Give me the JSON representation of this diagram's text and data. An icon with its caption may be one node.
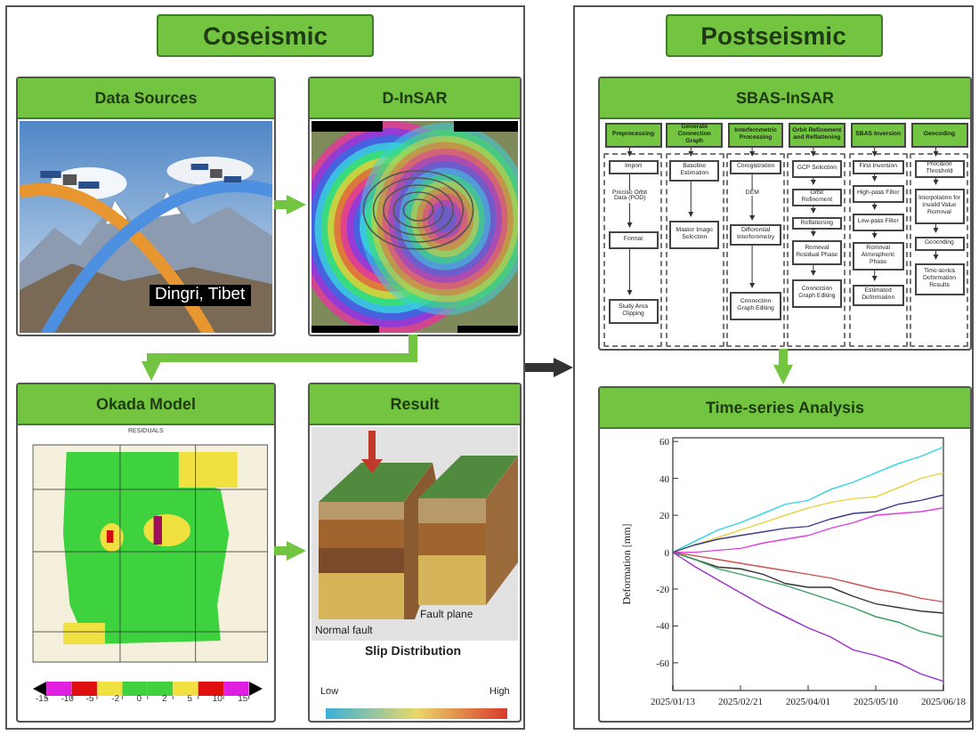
{
  "diagram": {
    "nodes": [
      {
        "text": [
          "Coseismic"
        ]
      },
      {
        "text": [
          "Data Sources"
        ],
        "in": 0
      },
      {
        "text": [
          "D-InSAR"
        ],
        "in": 0
      },
      {
        "text": [
          "Okada Model"
        ],
        "in": 0
      },
      {
        "text": [
          "Result"
        ],
        "in": 0
      },
      {
        "text": [
          "Postseismic"
        ]
      },
      {
        "text": [
          "SBAS-InSAR"
        ],
        "in": 5
      },
      {
        "text": [
          "Time-series Analysis"
        ],
        "in": 5
      },
      {
        "text": [
          "Preprocessing"
        ],
        "in": 6
      },
      {
        "text": [
          "Generate Connection Graph"
        ],
        "in": 6
      },
      {
        "text": [
          "Interferometric Processing"
        ],
        "in": 6
      },
      {
        "text": [
          "Orbit Refinement and Reflattening"
        ],
        "in": 6
      },
      {
        "text": [
          "SBAS Inversion"
        ],
        "in": 6
      },
      {
        "text": [
          "Geocoding"
        ],
        "in": 6
      },
      {
        "text": [
          "Import"
        ],
        "in": 6
      },
      {
        "text": [
          "Format"
        ],
        "in": 6
      },
      {
        "text": [
          "Study Area Clipping"
        ],
        "in": 6
      },
      {
        "text": [
          "Baseline Estimation"
        ],
        "in": 6
      },
      {
        "text": [
          "Master Image Selection"
        ],
        "in": 6
      },
      {
        "text": [
          "Coregistration"
        ],
        "in": 6
      },
      {
        "text": [
          "Differential Interferometry"
        ],
        "in": 6
      },
      {
        "text": [
          "Connection Graph Editing"
        ],
        "in": 6
      },
      {
        "text": [
          "GCP Selection"
        ],
        "in": 6
      },
      {
        "text": [
          "Orbit Refinement"
        ],
        "in": 6
      },
      {
        "text": [
          "Reflattening"
        ],
        "in": 6
      },
      {
        "text": [
          "Removal Residual Phase"
        ],
        "in": 6
      },
      {
        "text": [
          "Connection Graph Editing"
        ],
        "in": 6
      },
      {
        "text": [
          "First Inversion"
        ],
        "in": 6
      },
      {
        "text": [
          "High-pass Filter"
        ],
        "in": 6
      },
      {
        "text": [
          "Low-pass Filter"
        ],
        "in": 6
      },
      {
        "text": [
          "Removal Atmospheric Phase"
        ],
        "in": 6
      },
      {
        "text": [
          "Estimated Deformation"
        ],
        "in": 6
      },
      {
        "text": [
          "Precision Threshold"
        ],
        "in": 6
      },
      {
        "text": [
          "Interpolation for Invalid Value Removal"
        ],
        "in": 6
      },
      {
        "text": [
          "Geocoding"
        ],
        "in": 6
      },
      {
        "text": [
          "Time-series Deformation Results"
        ],
        "in": 6
      }
    ],
    "edges": [
      {
        "from": 1,
        "to": 2,
        "arrow": "to",
        "style": "thick",
        "color": "#72c441"
      },
      {
        "from": 2,
        "to": 3,
        "arrow": "to",
        "style": "thick",
        "color": "#72c441"
      },
      {
        "from": 3,
        "to": 4,
        "arrow": "to",
        "style": "thick",
        "color": "#72c441"
      },
      {
        "from": 0,
        "to": 5,
        "arrow": "to",
        "style": "thick"
      },
      {
        "from": 6,
        "to": 7,
        "arrow": "to",
        "style": "thick",
        "color": "#72c441"
      },
      {
        "from": 8,
        "to": 14,
        "arrow": "to"
      },
      {
        "from": 9,
        "to": 17,
        "arrow": "to"
      },
      {
        "from": 10,
        "to": 19,
        "arrow": "to"
      },
      {
        "from": 11,
        "to": 22,
        "arrow": "to"
      },
      {
        "from": 12,
        "to": 27,
        "arrow": "to"
      },
      {
        "from": 13,
        "to": 32,
        "arrow": "to"
      },
      {
        "from": 14,
        "to": 15,
        "arrow": "to",
        "label": "Precise Orbit Data (POD)"
      },
      {
        "from": 15,
        "to": 16,
        "arrow": "to"
      },
      {
        "from": 17,
        "to": 18,
        "arrow": "to"
      },
      {
        "from": 19,
        "to": 20,
        "arrow": "to",
        "label": "DEM"
      },
      {
        "from": 20,
        "to": 21,
        "arrow": "to"
      },
      {
        "from": 22,
        "to": 23,
        "arrow": "to"
      },
      {
        "from": 23,
        "to": 24,
        "arrow": "to"
      },
      {
        "from": 24,
        "to": 25,
        "arrow": "to"
      },
      {
        "from": 25,
        "to": 26,
        "arrow": "to"
      },
      {
        "from": 27,
        "to": 28,
        "arrow": "to"
      },
      {
        "from": 28,
        "to": 29,
        "arrow": "to"
      },
      {
        "from": 29,
        "to": 30,
        "arrow": "to"
      },
      {
        "from": 30,
        "to": 31,
        "arrow": "to"
      },
      {
        "from": 32,
        "to": 33,
        "arrow": "to"
      },
      {
        "from": 33,
        "to": 34,
        "arrow": "to"
      },
      {
        "from": 34,
        "to": 35,
        "arrow": "to"
      }
    ],
    "labels": [
      "Dingri, Tibet",
      "RESIDUALS",
      "-15",
      "-10",
      "-5",
      "-2",
      "0",
      "2",
      "5",
      "10",
      "15",
      "Fault plane",
      "Normal fault",
      "Slip Distribution",
      "Low",
      "High"
    ],
    "chart_data": {
      "type": "line",
      "ylabel": "Deformation [mm]",
      "categories": [
        "2025/01/13",
        null,
        null,
        "2025/02/21",
        null,
        null,
        "2025/04/01",
        null,
        null,
        "2025/05/10",
        null,
        null,
        "2025/06/18"
      ],
      "ylim": [
        -75,
        62
      ],
      "yticks": [
        -60,
        -40,
        -20,
        0,
        20,
        40,
        60
      ],
      "series": [
        {
          "color": "#33d6e0",
          "values": [
            0,
            6,
            12,
            16,
            21,
            26,
            28,
            34,
            38,
            43,
            48,
            52,
            57
          ]
        },
        {
          "color": "#e8d23a",
          "values": [
            0,
            4,
            8,
            12,
            16,
            20,
            24,
            27,
            29,
            30,
            35,
            40,
            43
          ]
        },
        {
          "color": "#3a3a8c",
          "values": [
            0,
            4,
            7,
            9,
            11,
            13,
            14,
            18,
            21,
            22,
            26,
            28,
            31
          ]
        },
        {
          "color": "#e040e0",
          "values": [
            0,
            0,
            1,
            2,
            5,
            7,
            9,
            13,
            16,
            20,
            21,
            22,
            24
          ]
        },
        {
          "color": "#d05050",
          "values": [
            0,
            -2,
            -4,
            -6,
            -8,
            -10,
            -12,
            -14,
            -17,
            -20,
            -22,
            -25,
            -27
          ]
        },
        {
          "color": "#333333",
          "values": [
            0,
            -4,
            -8,
            -9,
            -12,
            -17,
            -19,
            -19,
            -24,
            -28,
            -30,
            -32,
            -33
          ]
        },
        {
          "color": "#3aa060",
          "values": [
            0,
            -4,
            -9,
            -12,
            -15,
            -18,
            -22,
            -26,
            -30,
            -35,
            -38,
            -43,
            -46
          ]
        },
        {
          "color": "#9a30c8",
          "values": [
            0,
            -8,
            -15,
            -22,
            -29,
            -35,
            -41,
            -46,
            -53,
            -56,
            -60,
            -66,
            -70
          ]
        }
      ]
    }
  }
}
